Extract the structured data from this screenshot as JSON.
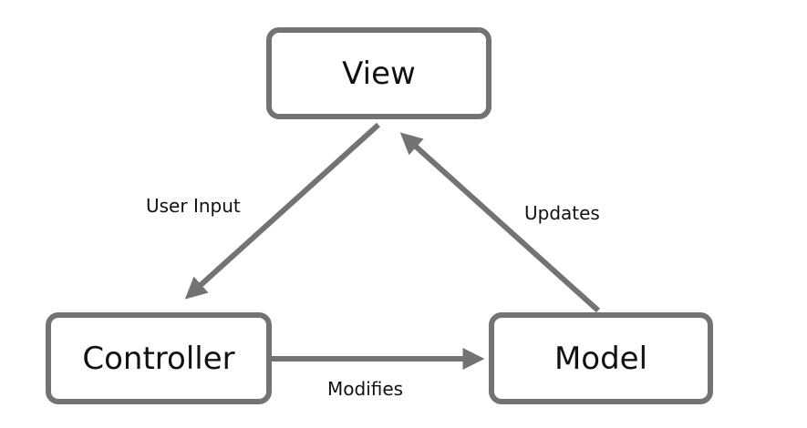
{
  "diagram": {
    "nodes": {
      "view": "View",
      "controller": "Controller",
      "model": "Model"
    },
    "edges": {
      "user_input": "User Input",
      "updates": "Updates",
      "modifies": "Modifies"
    },
    "colors": {
      "stroke": "#737373",
      "text": "#111111",
      "background": "#ffffff"
    }
  }
}
